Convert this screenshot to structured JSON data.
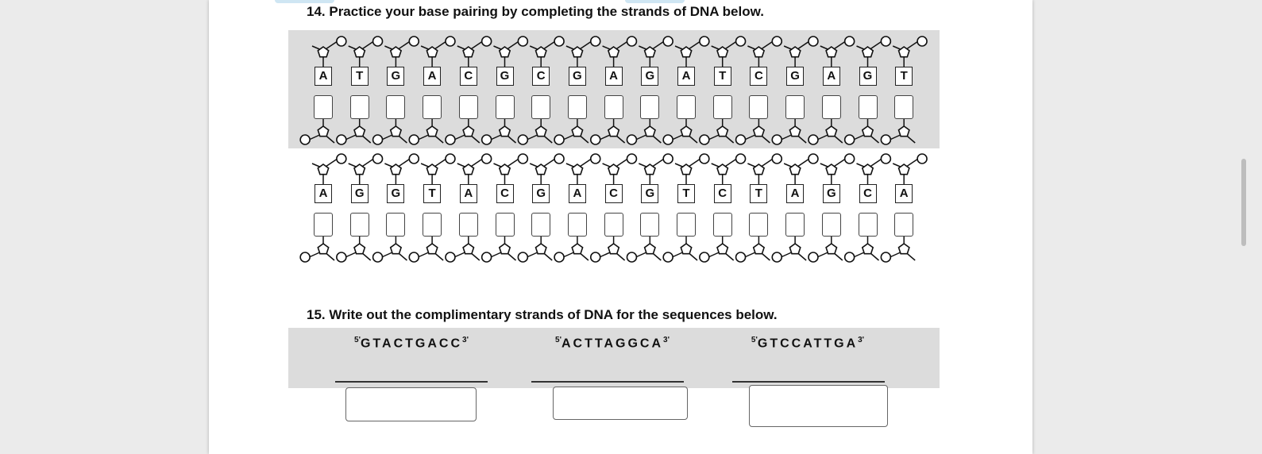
{
  "q14": {
    "title": "14. Practice your base pairing by completing the strands of DNA below.",
    "strand1": [
      "A",
      "T",
      "G",
      "A",
      "C",
      "G",
      "C",
      "G",
      "A",
      "G",
      "A",
      "T",
      "C",
      "G",
      "A",
      "G",
      "T"
    ],
    "strand2": [
      "A",
      "G",
      "G",
      "T",
      "A",
      "C",
      "G",
      "A",
      "C",
      "G",
      "T",
      "C",
      "T",
      "A",
      "G",
      "C",
      "A"
    ]
  },
  "q15": {
    "title": "15. Write out the complimentary strands of DNA for the sequences below.",
    "sequences": [
      {
        "five": "5'",
        "seq": "GTACTGACC",
        "three": "3'"
      },
      {
        "five": "5'",
        "seq": "ACTTAGGCA",
        "three": "3'"
      },
      {
        "five": "5'",
        "seq": "GTCCATTGA",
        "three": "3'"
      }
    ]
  }
}
